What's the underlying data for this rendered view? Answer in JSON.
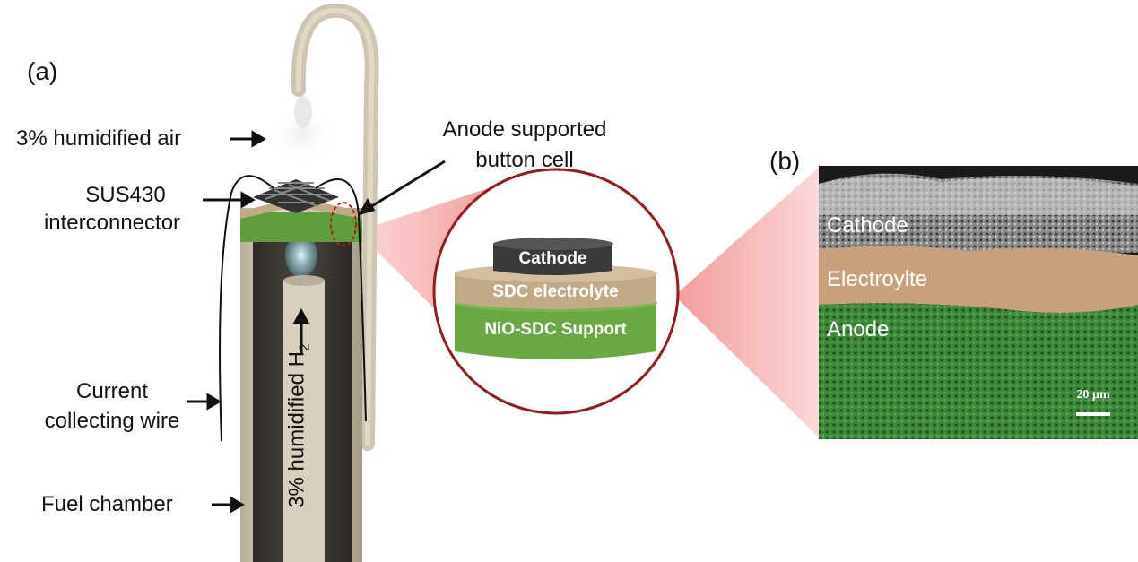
{
  "panel_a": {
    "tag": "(a)",
    "air_label": "3% humidified air",
    "interconnector_label": [
      "SUS430",
      "interconnector"
    ],
    "cell_label": [
      "Anode supported",
      "button cell"
    ],
    "wire_label": [
      "Current",
      "collecting wire"
    ],
    "chamber_label": "Fuel chamber",
    "h2_label_prefix": "3% humidified H",
    "h2_label_subscript": "2"
  },
  "cell_inset": {
    "cathode": "Cathode",
    "electrolyte": "SDC electrolyte",
    "support": "NiO-SDC Support"
  },
  "panel_b": {
    "tag": "(b)",
    "cathode": "Cathode",
    "electrolyte": "Electroylte",
    "anode": "Anode",
    "scale_bar": "20 µm"
  },
  "colors": {
    "tube": "#d9d0bf",
    "anode_green": "#6aa843",
    "electrolyte_tan": "#c2aa86",
    "cathode_dark": "#3a3a3a",
    "circle_border": "#9a1b1b",
    "highlight": "#f4a3a3"
  }
}
